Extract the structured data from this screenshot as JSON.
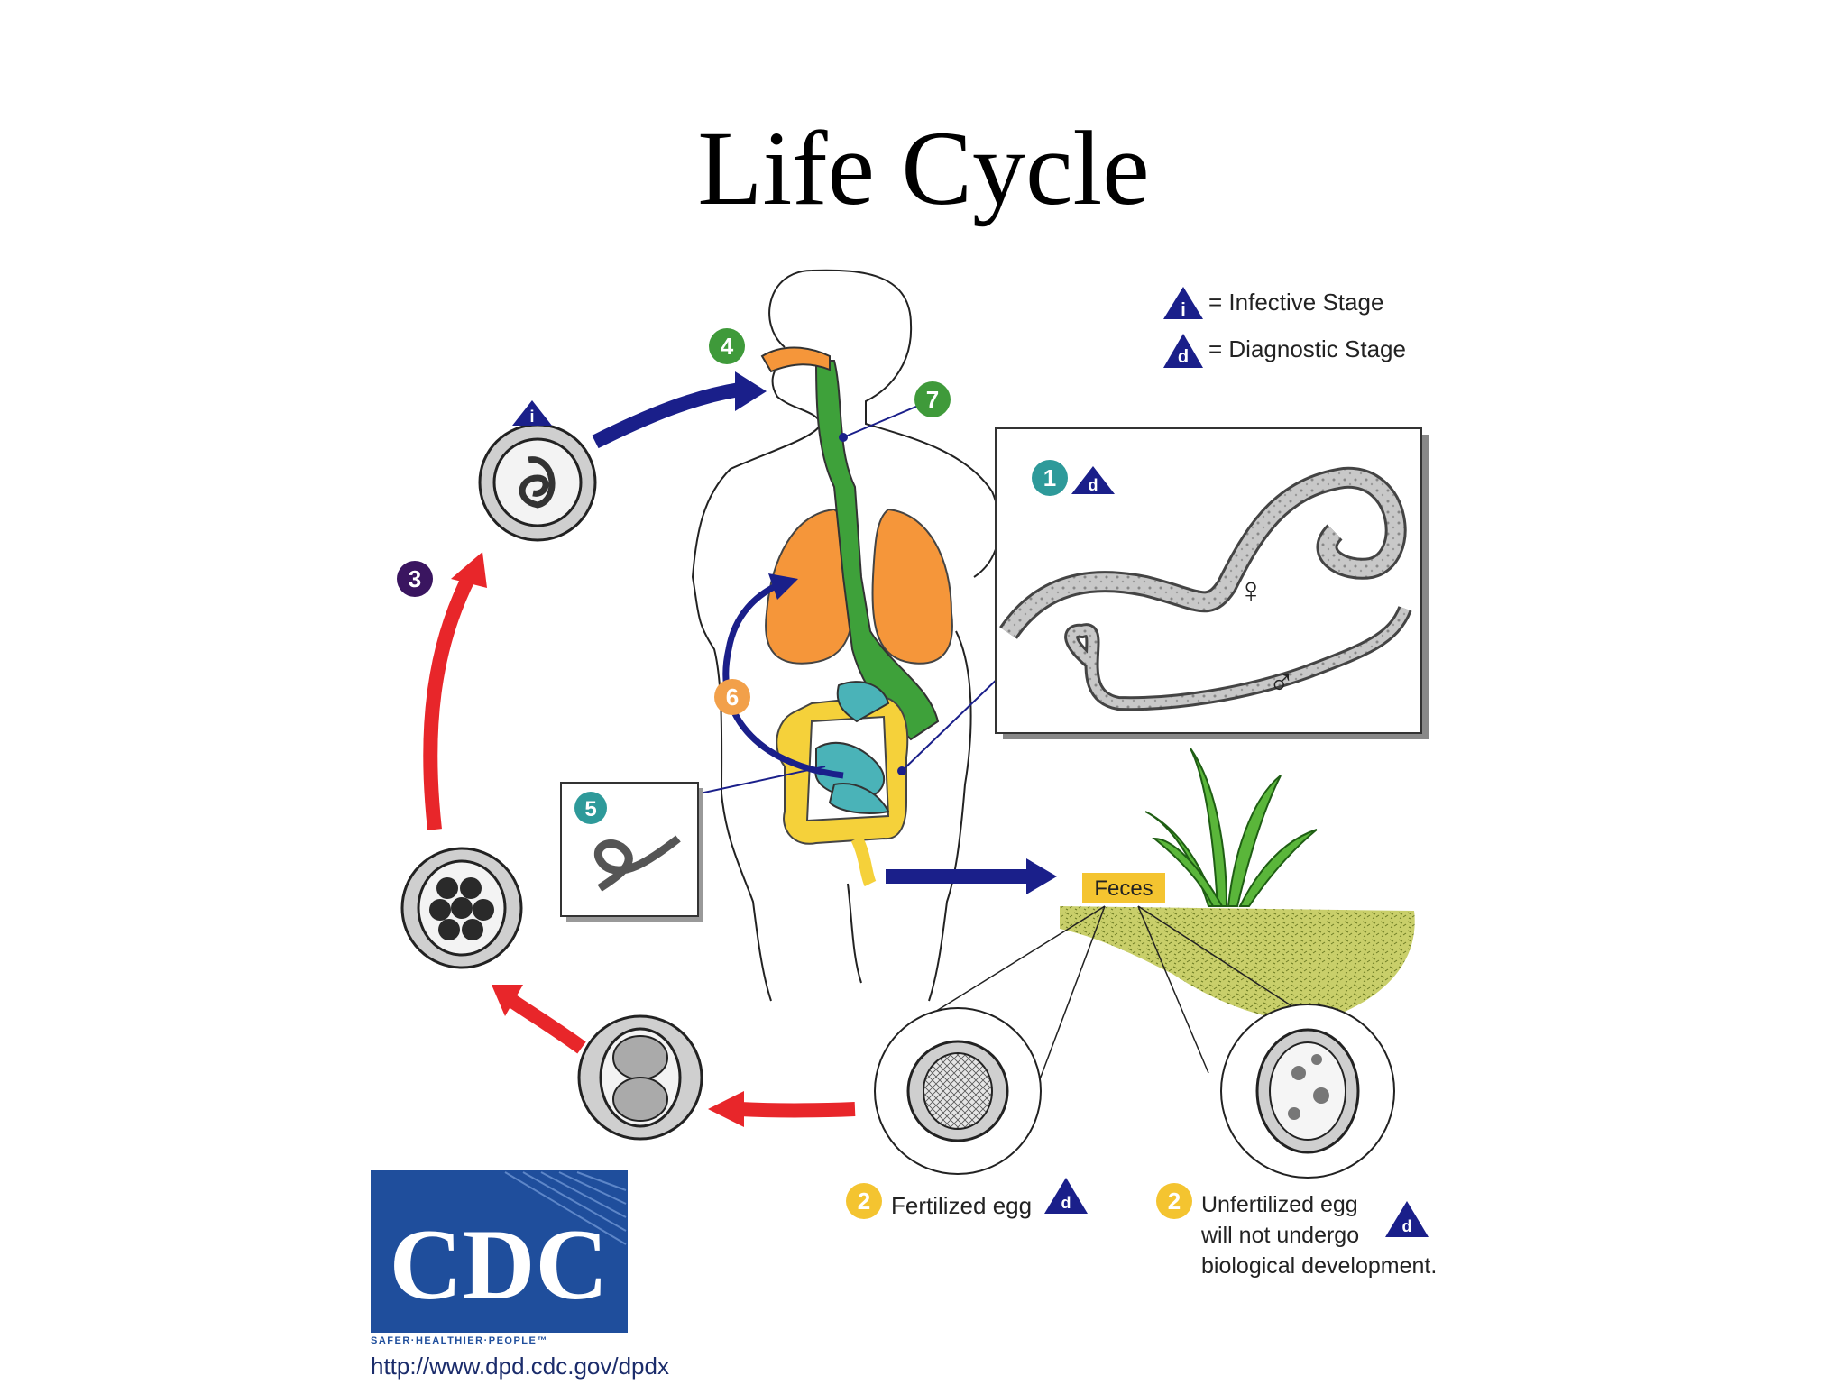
{
  "title": "Life Cycle",
  "legend": {
    "infective_letter": "i",
    "infective_label": "= Infective Stage",
    "diagnostic_letter": "d",
    "diagnostic_label": "= Diagnostic Stage"
  },
  "steps": {
    "s1": "1",
    "s2": "2",
    "s3": "3",
    "s4": "4",
    "s5": "5",
    "s6": "6",
    "s7": "7"
  },
  "labels": {
    "feces": "Feces",
    "fertilized_egg": "Fertilized egg",
    "unfertilized_line1": "Unfertilized egg",
    "unfertilized_line2": "will not undergo",
    "unfertilized_line3": "biological development.",
    "female_symbol": "♀",
    "male_symbol": "♂"
  },
  "logo": {
    "text": "CDC",
    "tagline": "SAFER·HEALTHIER·PEOPLE™",
    "url": "http://www.dpd.cdc.gov/dpdx"
  },
  "colors": {
    "blue_arrow": "#1a1f8a",
    "red_arrow": "#e8262a",
    "green_badge": "#3f9a3a",
    "purple_badge": "#3a1560",
    "orange_badge": "#f2a04a",
    "teal_badge": "#2e9a9a",
    "yellow_badge": "#f4c430",
    "lungs": "#f5963a",
    "esophagus": "#3ea13a",
    "colon": "#f5d13a",
    "small_intestine": "#4ab3b8",
    "cdc_blue": "#1f4e9c"
  }
}
